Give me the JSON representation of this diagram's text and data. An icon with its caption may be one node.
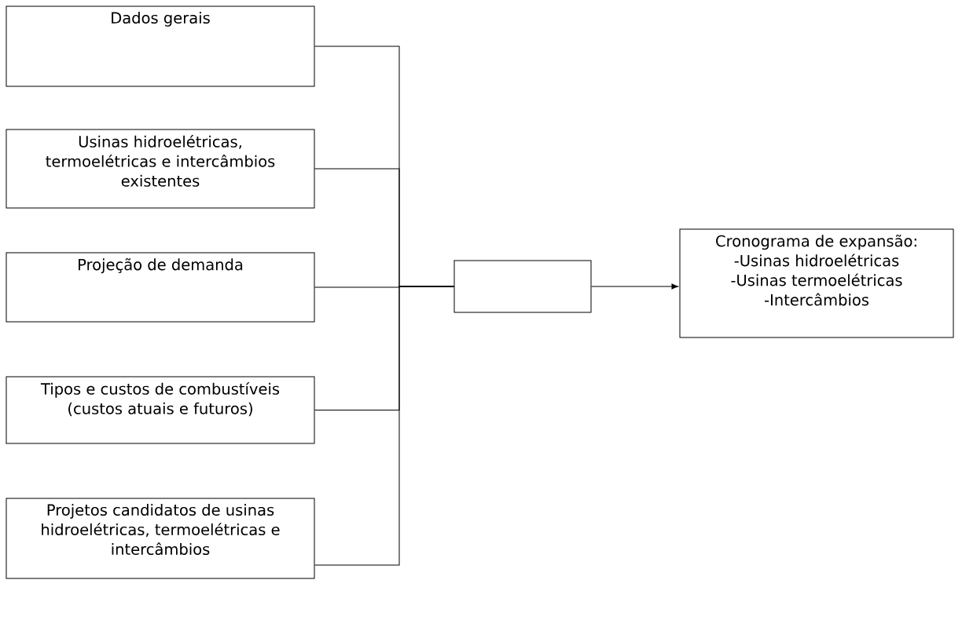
{
  "diagram": {
    "nodes": [
      {
        "text": [
          "Dados gerais"
        ]
      },
      {
        "text": [
          "Usinas hidroelétricas, termoelétricas e intercâmbios existentes"
        ]
      },
      {
        "text": [
          "Projeção de demanda"
        ]
      },
      {
        "text": [
          "Tipos e custos de combustíveis (custos atuais e futuros)"
        ]
      },
      {
        "text": [
          "Projetos candidatos de usinas hidroelétricas, termoelétricas e intercâmbios"
        ]
      },
      {
        "text": [],
        "shape": "box"
      },
      {
        "text": [
          "Cronograma de expansão:",
          "-Usinas hidroelétricas",
          "-Usinas termoelétricas",
          "-Intercâmbios"
        ]
      }
    ],
    "edges": [
      {
        "from": 0,
        "to": 5,
        "arrow": "none"
      },
      {
        "from": 1,
        "to": 5,
        "arrow": "none"
      },
      {
        "from": 2,
        "to": 5,
        "arrow": "none"
      },
      {
        "from": 3,
        "to": 5,
        "arrow": "none"
      },
      {
        "from": 4,
        "to": 5,
        "arrow": "none"
      },
      {
        "from": 5,
        "to": 6,
        "arrow": "to"
      }
    ]
  }
}
